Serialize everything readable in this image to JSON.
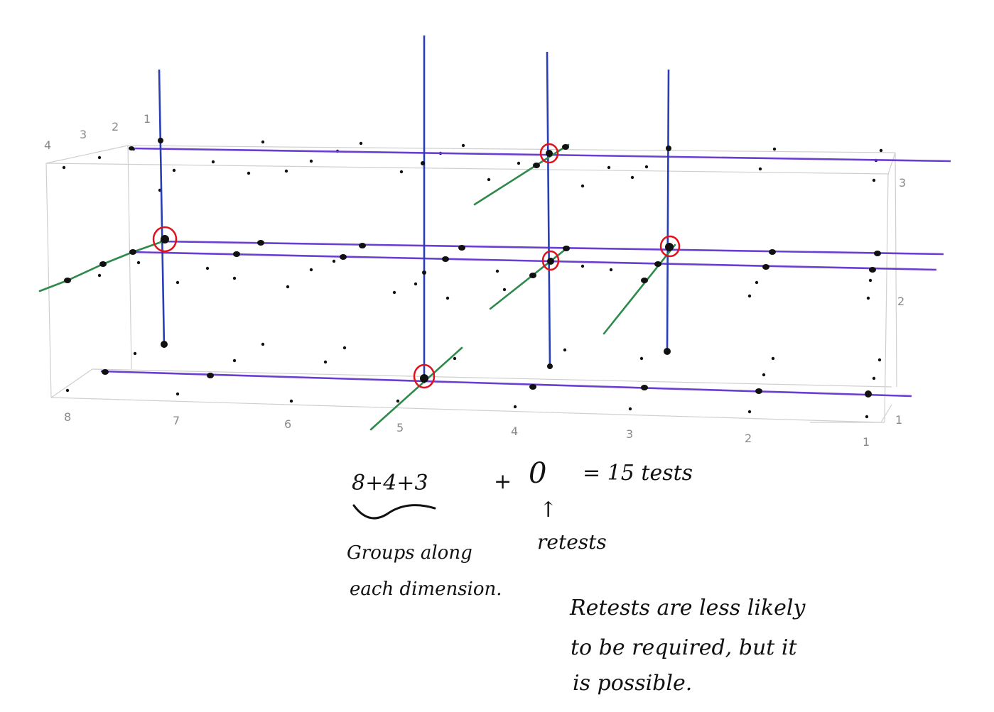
{
  "colors": {
    "box": "#cfcfcf",
    "vertical_line": "#2a3fb5",
    "horizontal_line": "#6a3fd0",
    "diagonal_line": "#2e8a4a",
    "circle": "#e0101c",
    "dot": "#111111",
    "tick": "#8a8a8a"
  },
  "axis_ticks": {
    "depth": [
      "4",
      "3",
      "2",
      "1"
    ],
    "right_vertical": [
      "3",
      "2",
      "1"
    ],
    "bottom": [
      "8",
      "7",
      "6",
      "5",
      "4",
      "3",
      "2",
      "1"
    ]
  },
  "annotations": {
    "formula_part1": "8+4+3",
    "plus": "+",
    "zero": "0",
    "equals_part": "= 15 tests",
    "arrow": "↑",
    "groups_line1": "Groups along",
    "groups_line2": "each dimension.",
    "retests_label": "retests",
    "note_line1": "Retests are less likely",
    "note_line2": "to be required, but it",
    "note_line3": "is possible."
  },
  "legend_counts": {
    "groups_total": 15,
    "grouped_tests": [
      8,
      4,
      3
    ],
    "retests": 0
  }
}
